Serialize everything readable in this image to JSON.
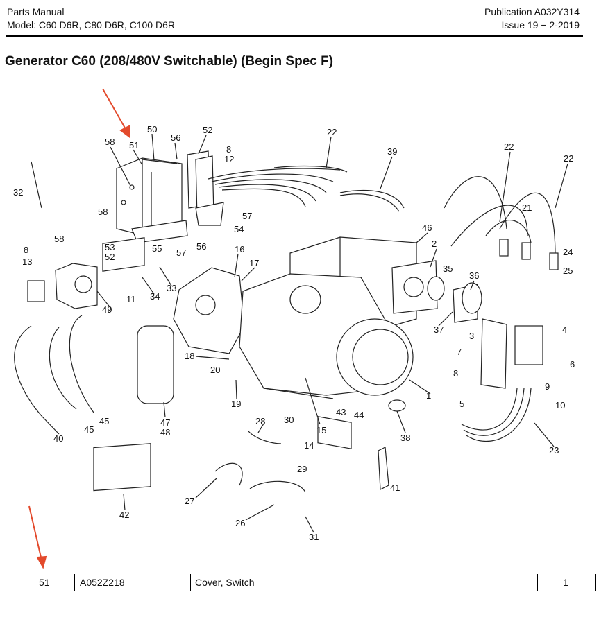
{
  "header": {
    "left_line1": "Parts Manual",
    "left_line2": "Model: C60 D6R, C80 D6R, C100 D6R",
    "right_line1": "Publication A032Y314",
    "right_line2": "Issue 19 − 2-2019"
  },
  "title": "Generator C60 (208/480V Switchable) (Begin Spec F)",
  "callouts": [
    "50",
    "58",
    "51",
    "56",
    "52",
    "8",
    "12",
    "22",
    "39",
    "32",
    "58",
    "57",
    "54",
    "53",
    "52",
    "55",
    "57",
    "56",
    "8",
    "13",
    "58",
    "16",
    "17",
    "33",
    "34",
    "11",
    "49",
    "46",
    "2",
    "35",
    "36",
    "22",
    "21",
    "22",
    "24",
    "25",
    "37",
    "18",
    "20",
    "19",
    "47",
    "48",
    "3",
    "7",
    "8",
    "4",
    "6",
    "9",
    "10",
    "5",
    "1",
    "43",
    "44",
    "15",
    "14",
    "38",
    "40",
    "45",
    "45",
    "28",
    "30",
    "29",
    "27",
    "26",
    "31",
    "41",
    "42",
    "23"
  ],
  "colors": {
    "arrow": "#e34a2c"
  },
  "table": {
    "item": "51",
    "part_number": "A052Z218",
    "description": "Cover, Switch",
    "qty": "1"
  }
}
